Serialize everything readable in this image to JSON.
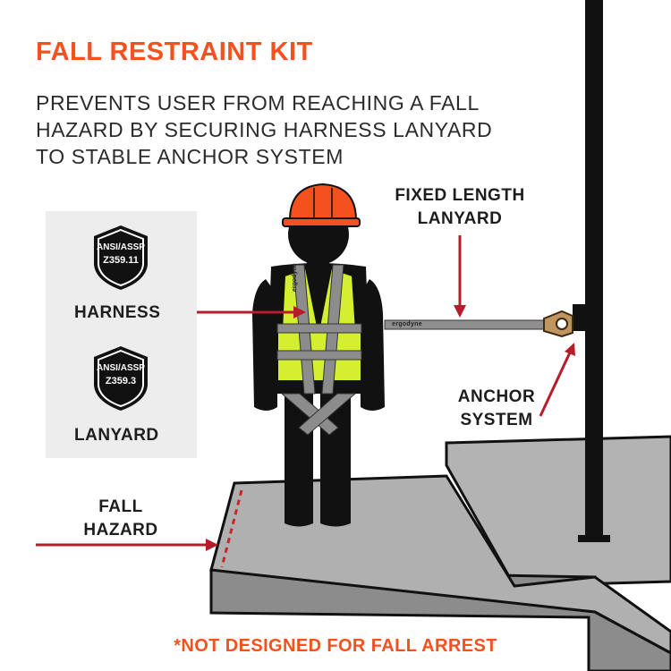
{
  "title": "FALL RESTRAINT KIT",
  "subtitle": {
    "lines": [
      "PREVENTS USER FROM REACHING A FALL",
      "HAZARD BY SECURING HARNESS LANYARD",
      "TO STABLE ANCHOR SYSTEM"
    ]
  },
  "badges": [
    {
      "line1": "ANSI/ASSP",
      "line2": "Z359.11",
      "label": "HARNESS"
    },
    {
      "line1": "ANSI/ASSP",
      "line2": "Z359.3",
      "label": "LANYARD"
    }
  ],
  "labels": {
    "lanyard": [
      "FIXED LENGTH",
      "LANYARD"
    ],
    "anchor": [
      "ANCHOR",
      "SYSTEM"
    ],
    "hazard": [
      "FALL",
      "HAZARD"
    ],
    "brand_lanyard": "ergodyne",
    "brand_harness": "ergodyne"
  },
  "footer": "*NOT DESIGNED FOR FALL ARREST",
  "colors": {
    "accent": "#f4511e",
    "arrow": "#b71c2b",
    "vest": "#d4ef2f",
    "floor_top": "#b0b0b0",
    "floor_side": "#8a8a8a",
    "webbing": "#8c8c8c",
    "hook": "#b98d56"
  },
  "icons": [
    "hard-hat-icon",
    "worker-figure-icon",
    "shield-badge-icon",
    "snap-hook-icon"
  ]
}
